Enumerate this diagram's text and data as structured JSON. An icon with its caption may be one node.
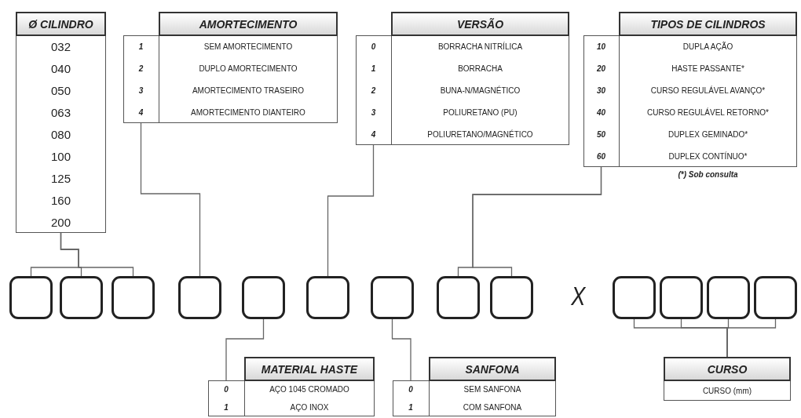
{
  "diagram": {
    "nodes": [
      {
        "text": [
          "Ø CILINDRO",
          "032",
          "040",
          "050",
          "063",
          "080",
          "100",
          "125",
          "160",
          "200"
        ]
      },
      {
        "text": [
          "AMORTECIMENTO",
          "1",
          "SEM AMORTECIMENTO",
          "2",
          "DUPLO AMORTECIMENTO",
          "3",
          "AMORTECIMENTO TRASEIRO",
          "4",
          "AMORTECIMENTO DIANTEIRO"
        ]
      },
      {
        "text": [
          "VERSÃO",
          "0",
          "BORRACHA NITRÍLICA",
          "1",
          "BORRACHA",
          "2",
          "BUNA-N/MAGNÉTICO",
          "3",
          "POLIURETANO (PU)",
          "4",
          "POLIURETANO/MAGNÉTICO"
        ]
      },
      {
        "text": [
          "TIPOS DE CILINDROS",
          "10",
          "DUPLA AÇÃO",
          "20",
          "HASTE PASSANTE*",
          "30",
          "CURSO REGULÁVEL AVANÇO*",
          "40",
          "CURSO REGULÁVEL RETORNO*",
          "50",
          "DUPLEX GEMINADO*",
          "60",
          "DUPLEX CONTÍNUO*"
        ],
        "beside": [
          "(*) Sob consulta"
        ]
      },
      {
        "text": [],
        "shape": "box"
      },
      {
        "text": [],
        "shape": "box"
      },
      {
        "text": [],
        "shape": "box"
      },
      {
        "text": [],
        "shape": "box"
      },
      {
        "text": [],
        "shape": "box"
      },
      {
        "text": [],
        "shape": "box"
      },
      {
        "text": [],
        "shape": "box"
      },
      {
        "text": [],
        "shape": "box"
      },
      {
        "text": [],
        "shape": "box"
      },
      {
        "text": [],
        "shape": "box"
      },
      {
        "text": [],
        "shape": "box"
      },
      {
        "text": [],
        "shape": "box"
      },
      {
        "text": [],
        "shape": "box"
      },
      {
        "text": [
          "MATERIAL HASTE",
          "0",
          "AÇO 1045 CROMADO",
          "1",
          "AÇO INOX"
        ]
      },
      {
        "text": [
          "SANFONA",
          "0",
          "SEM SANFONA",
          "1",
          "COM SANFONA"
        ]
      },
      {
        "text": [
          "CURSO",
          "CURSO (mm)"
        ]
      }
    ],
    "edges": [
      {
        "from": 0,
        "to": 4,
        "arrow": "none"
      },
      {
        "from": 0,
        "to": 5,
        "arrow": "none"
      },
      {
        "from": 0,
        "to": 6,
        "arrow": "none"
      },
      {
        "from": 1,
        "to": 7,
        "arrow": "none"
      },
      {
        "from": 2,
        "to": 9,
        "arrow": "none"
      },
      {
        "from": 3,
        "to": 11,
        "arrow": "none"
      },
      {
        "from": 3,
        "to": 12,
        "arrow": "none"
      },
      {
        "from": 17,
        "to": 8,
        "arrow": "none"
      },
      {
        "from": 18,
        "to": 10,
        "arrow": "none"
      },
      {
        "from": 19,
        "to": 13,
        "arrow": "none"
      },
      {
        "from": 19,
        "to": 14,
        "arrow": "none"
      },
      {
        "from": 19,
        "to": 15,
        "arrow": "none"
      },
      {
        "from": 19,
        "to": 16,
        "arrow": "none"
      }
    ],
    "labels": [
      "X"
    ]
  }
}
